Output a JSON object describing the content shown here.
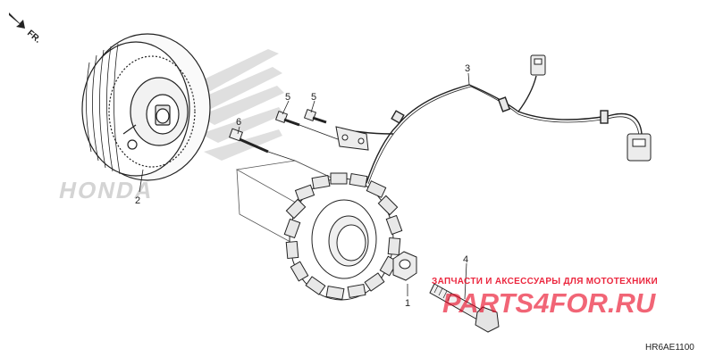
{
  "orientation": {
    "label": "FR.",
    "icon": "arrow-forward-icon"
  },
  "callouts": {
    "flywheel": "2",
    "harness": "3",
    "stud_bolt": "6",
    "bolt_a": "5",
    "bolt_b": "5",
    "flange_bolt": "4",
    "nut": "1"
  },
  "brand_watermark": "HONDA",
  "shop_banner": "ЗАПЧАСТИ И АКСЕССУАРЫ ДЛЯ МОТОТЕХНИКИ",
  "shop_logo": "PARTS4FOR.RU",
  "diagram_code": "HR6AE1100",
  "colors": {
    "line": "#222222",
    "watermark_red": "#e8001c",
    "watermark_gray": "#d9d9d9"
  }
}
